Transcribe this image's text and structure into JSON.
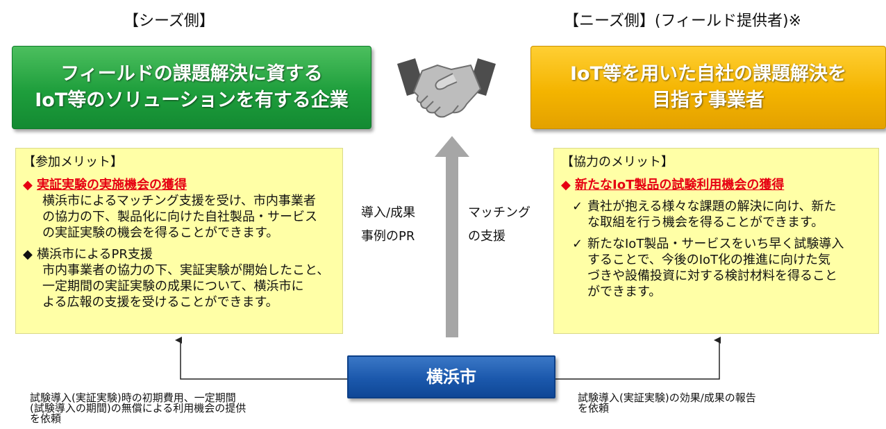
{
  "seeds_side": {
    "title": "【シーズ側】",
    "box_line1": "フィールドの課題解決に資する",
    "box_line2": "IoT等のソリューションを有する企業",
    "merit_heading": "【参加メリット】",
    "item1_bullet": "◆",
    "item1_title": "実証実験の実施機会の獲得",
    "item1_line1": "横浜市によるマッチング支援を受け、市内事業者",
    "item1_line2": "の協力の下、製品化に向けた自社製品・サービス",
    "item1_line3": "の実証実験の機会を得ることができます。",
    "item2_bullet": "◆",
    "item2_title": "横浜市によるPR支援",
    "item2_line1": "市内事業者の協力の下、実証実験が開始したこと、",
    "item2_line2": "一定期間の実証実験の成果について、横浜市に",
    "item2_line3": "よる広報の支援を受けることができます。"
  },
  "needs_side": {
    "title": "【ニーズ側】(フィールド提供者)※",
    "box_line1": "IoT等を用いた自社の課題解決を",
    "box_line2": "目指す事業者",
    "merit_heading": "【協力のメリット】",
    "item1_bullet": "◆",
    "item1_title": "新たなIoT製品の試験利用機会の獲得",
    "check_mark": "✓",
    "check1_line1": "貴社が抱える様々な課題の解決に向け、新た",
    "check1_line2": "な取組を行う機会を得ることができます。",
    "check2_line1": "新たなIoT製品・サービスをいち早く試験導入",
    "check2_line2": "することで、今後のIoT化の推進に向けた気",
    "check2_line3": "づきや設備投資に対する検討材料を得ること",
    "check2_line4": "ができます。"
  },
  "center": {
    "pr_line1": "導入/成果",
    "pr_line2": "事例のPR",
    "matching_line1": "マッチング",
    "matching_line2": "の支援",
    "handshake_icon": "handshake-icon",
    "arrow_color": "#a6a6a6"
  },
  "yokohama": {
    "label": "横浜市",
    "left_note_line1": "試験導入(実証実験)時の初期費用、一定期間",
    "left_note_line2": "(試験導入の期間)の無償による利用機会の提供",
    "left_note_line3": "を依頼",
    "right_note_line1": "試験導入(実証実験)の効果/成果の報告",
    "right_note_line2": "を依頼"
  },
  "colors": {
    "seeds_green": "#1e9e3c",
    "needs_yellow": "#f4b400",
    "yokohama_blue": "#1b58ac",
    "merit_bg": "#ffffa6",
    "highlight_red": "#e60012"
  }
}
